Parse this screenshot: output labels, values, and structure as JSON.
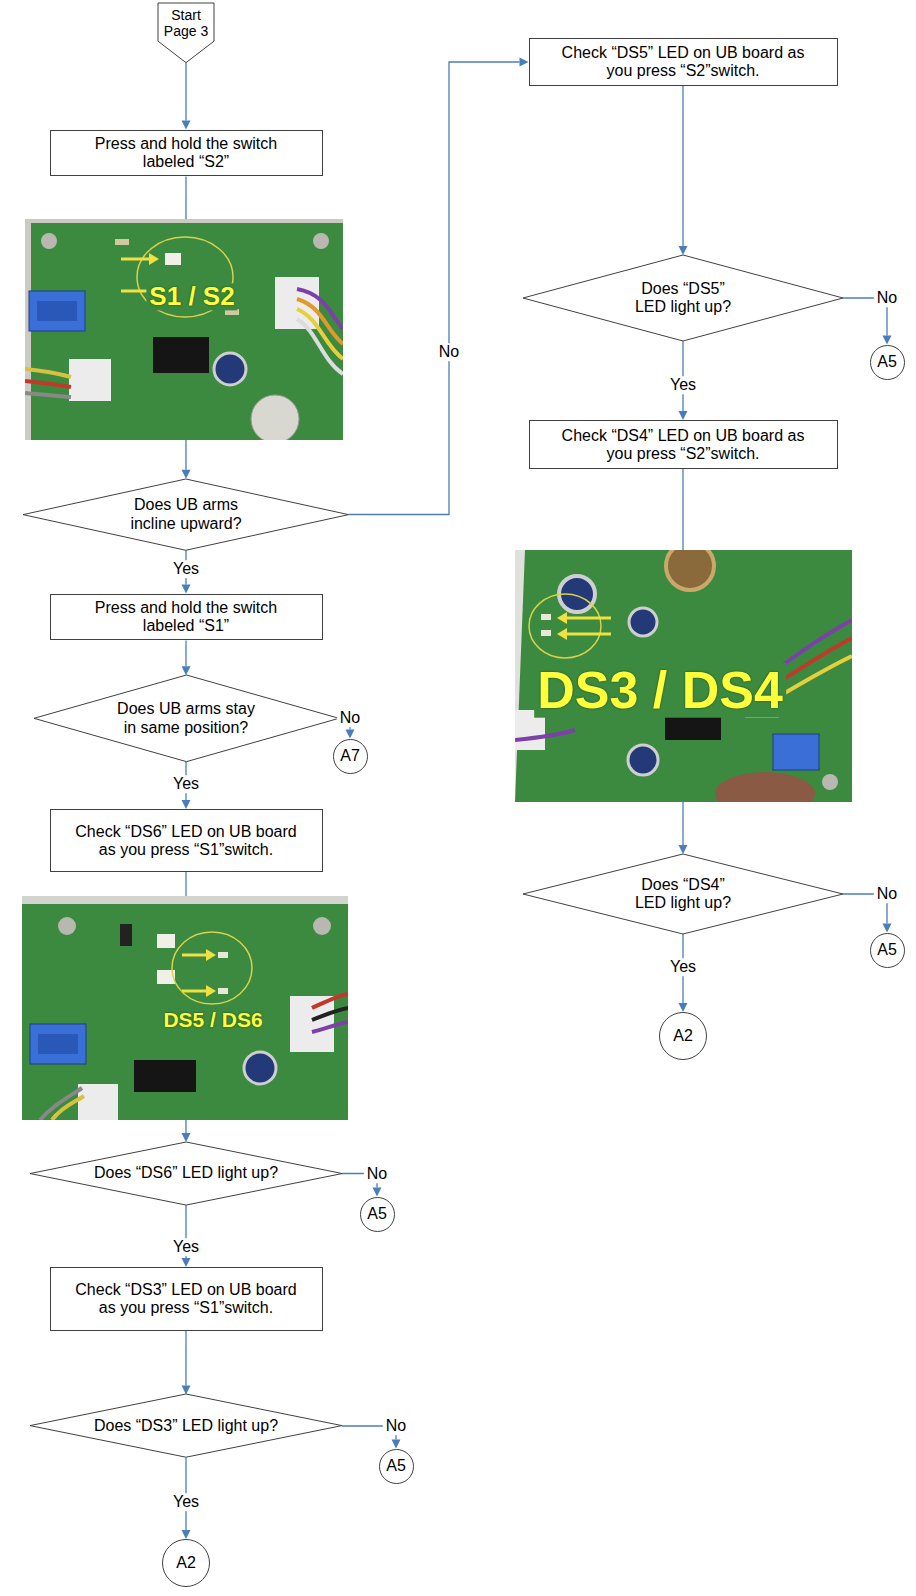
{
  "diagram": {
    "nodes": [
      {
        "text": [
          "Start Page 3"
        ]
      },
      {
        "text": [
          "Press and hold the switch labeled “S2”"
        ]
      },
      {
        "text": [
          "Does UB arms incline upward?"
        ]
      },
      {
        "text": [
          "Press and hold the switch labeled “S1”"
        ]
      },
      {
        "text": [
          "Does UB arms stay in same position?"
        ]
      },
      {
        "text": [
          "A7"
        ]
      },
      {
        "text": [
          "Check “DS6” LED on UB board as you press “S1”switch."
        ]
      },
      {
        "text": [
          "Does “DS6” LED light up?"
        ]
      },
      {
        "text": [
          "A5"
        ]
      },
      {
        "text": [
          "Check “DS3” LED on UB board as you press “S1”switch."
        ]
      },
      {
        "text": [
          "Does “DS3” LED light up?"
        ]
      },
      {
        "text": [
          "A5"
        ]
      },
      {
        "text": [
          "A2"
        ]
      },
      {
        "text": [
          "Check “DS5” LED on UB board as you press “S2”switch."
        ]
      },
      {
        "text": [
          "Does “DS5” LED light up?"
        ]
      },
      {
        "text": [
          "A5"
        ]
      },
      {
        "text": [
          "Check “DS4” LED on UB board as you press “S2”switch."
        ]
      },
      {
        "text": [
          "Does “DS4” LED light up?"
        ]
      },
      {
        "text": [
          "A5"
        ]
      },
      {
        "text": [
          "A2"
        ]
      }
    ],
    "edges": [
      {
        "from": 0,
        "to": 1,
        "arrow": "to"
      },
      {
        "from": 1,
        "to": 2,
        "arrow": "to"
      },
      {
        "from": 2,
        "to": 3,
        "label": "Yes",
        "arrow": "to"
      },
      {
        "from": 2,
        "to": 13,
        "label": "No",
        "arrow": "to"
      },
      {
        "from": 3,
        "to": 4,
        "arrow": "to"
      },
      {
        "from": 4,
        "to": 5,
        "label": "No",
        "arrow": "to"
      },
      {
        "from": 4,
        "to": 6,
        "label": "Yes",
        "arrow": "to"
      },
      {
        "from": 6,
        "to": 7,
        "arrow": "to"
      },
      {
        "from": 7,
        "to": 8,
        "label": "No",
        "arrow": "to"
      },
      {
        "from": 7,
        "to": 9,
        "label": "Yes",
        "arrow": "to"
      },
      {
        "from": 9,
        "to": 10,
        "arrow": "to"
      },
      {
        "from": 10,
        "to": 11,
        "label": "No",
        "arrow": "to"
      },
      {
        "from": 10,
        "to": 12,
        "label": "Yes",
        "arrow": "to"
      },
      {
        "from": 13,
        "to": 14,
        "arrow": "to"
      },
      {
        "from": 14,
        "to": 15,
        "label": "No",
        "arrow": "to"
      },
      {
        "from": 14,
        "to": 16,
        "label": "Yes",
        "arrow": "to"
      },
      {
        "from": 16,
        "to": 17,
        "arrow": "to"
      },
      {
        "from": 17,
        "to": 18,
        "label": "No",
        "arrow": "to"
      },
      {
        "from": 17,
        "to": 19,
        "label": "Yes",
        "arrow": "to"
      }
    ],
    "labels": [
      "S1 / S2",
      "DS5 / DS6",
      "DS3 / DS4"
    ]
  }
}
